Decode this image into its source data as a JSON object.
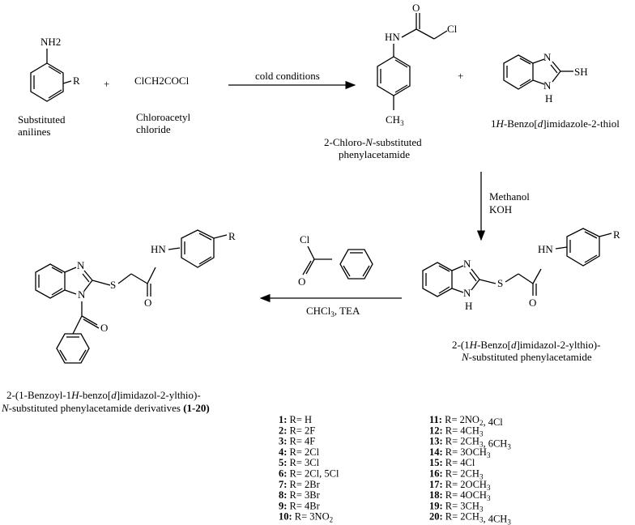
{
  "reactants": {
    "aniline_label_line1": "Substituted",
    "aniline_label_line2": "anilines",
    "plus1": "+",
    "chloroacetyl_formula": "ClCH2COCl",
    "chloroacetyl_label_line1": "Chloroacetyl",
    "chloroacetyl_label_line2": "chloride"
  },
  "step1": {
    "condition": "cold conditions"
  },
  "intermediate1": {
    "label_line1": "2-Chloro-N-substituted",
    "label_line2": "phenylacetamide",
    "plus2": "+",
    "thiol_label": "1H-Benzo[d]imidazole-2-thiol"
  },
  "step2": {
    "reagent1": "Methanol",
    "reagent2": "KOH"
  },
  "intermediate2": {
    "label_line1": "2-(1H-Benzo[d]imidazol-2-ylthio)-",
    "label_line2": "N-substituted phenylacetamide"
  },
  "step3": {
    "reagent": "CHCl3, TEA"
  },
  "product": {
    "label_line1": "2-(1-Benzoyl-1H-benzo[d]imidazol-2-ylthio)-",
    "label_line2": "N-substituted phenylacetamide derivatives",
    "label_range": "(1-20)"
  },
  "atoms": {
    "nh2": "NH2",
    "r": "R",
    "o": "O",
    "hn": "HN",
    "nh": "NH",
    "cl": "Cl",
    "ch3": "CH3",
    "n": "N",
    "h": "H",
    "sh": "SH",
    "s": "S"
  },
  "substituents_left": [
    {
      "num": "1:",
      "text": "R= H"
    },
    {
      "num": "2:",
      "text": "R= 2F"
    },
    {
      "num": "3:",
      "text": "R= 4F"
    },
    {
      "num": "4:",
      "text": "R= 2Cl"
    },
    {
      "num": "5:",
      "text": "R= 3Cl"
    },
    {
      "num": "6:",
      "text": "R= 2Cl, 5Cl"
    },
    {
      "num": "7:",
      "text": "R= 2Br"
    },
    {
      "num": "8:",
      "text": "R= 3Br"
    },
    {
      "num": "9:",
      "text": "R= 4Br"
    },
    {
      "num": "10:",
      "text": "R= 3NO2"
    }
  ],
  "substituents_right": [
    {
      "num": "11:",
      "text": "R= 2NO2, 4Cl"
    },
    {
      "num": "12:",
      "text": "R= 4CH3"
    },
    {
      "num": "13:",
      "text": "R= 2CH3, 6CH3"
    },
    {
      "num": "14:",
      "text": "R= 3OCH3"
    },
    {
      "num": "15:",
      "text": "R= 4Cl"
    },
    {
      "num": "16:",
      "text": "R= 2CH3"
    },
    {
      "num": "17:",
      "text": "R= 2OCH3"
    },
    {
      "num": "18:",
      "text": "R= 4OCH3"
    },
    {
      "num": "19:",
      "text": "R= 3CH3"
    },
    {
      "num": "20:",
      "text": "R= 2CH3, 4CH3"
    }
  ]
}
